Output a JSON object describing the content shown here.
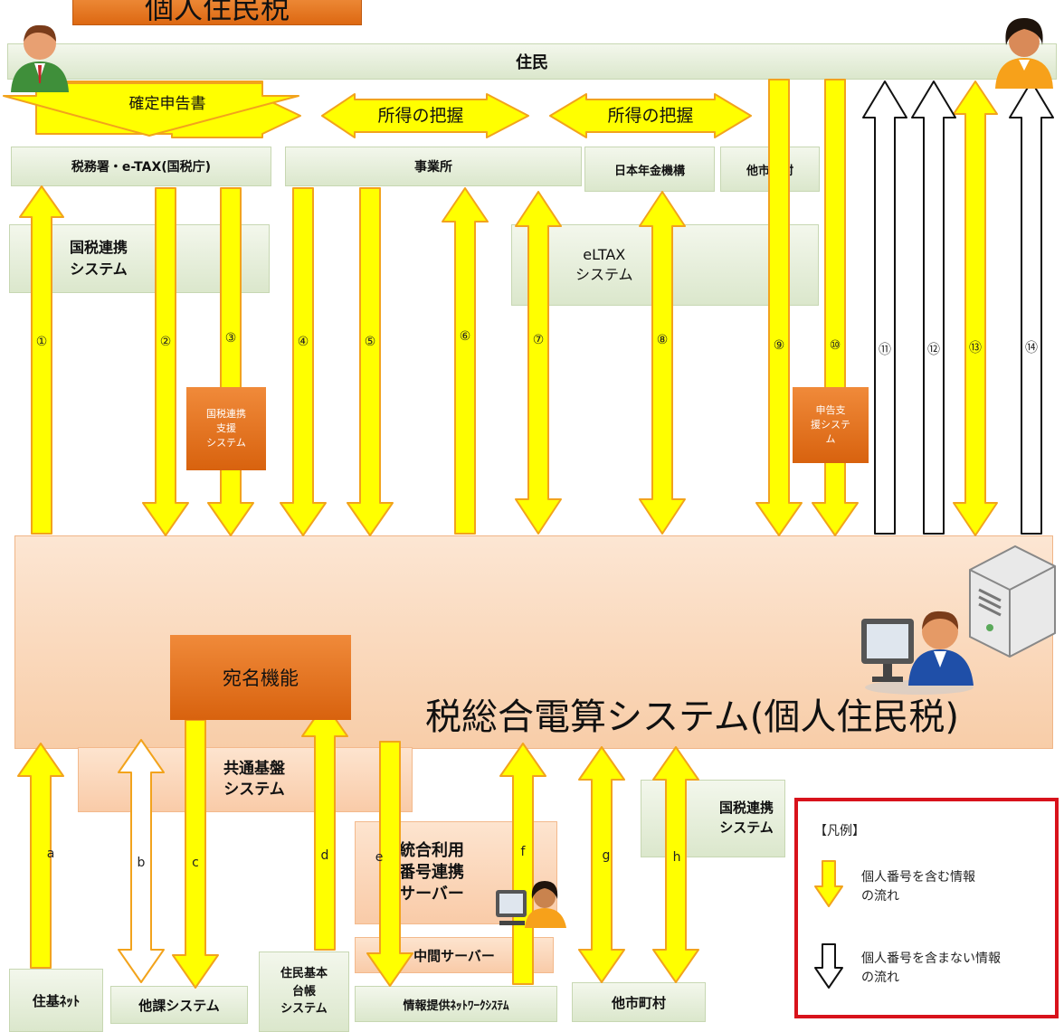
{
  "title_tab": "個人住民税",
  "residents": "住民",
  "top_arrows": {
    "kakutei": "確定申告書",
    "shotoku1": "所得の把握",
    "shotoku2": "所得の把握"
  },
  "top_boxes": {
    "zeimusho": "税務署・e-TAX(国税庁)",
    "jigyosho": "事業所",
    "nenkin": "日本年金機構",
    "tashichoson": "他市町村"
  },
  "middle_boxes": {
    "kokuzei_renkei": "国税連携\nシステム",
    "eltax": "eLTAX\nシステム",
    "kokuzei_shien": "国税連携\n支援\nシステム",
    "shinkoku_shien": "申告支\n援システ\nム"
  },
  "upper_flow_labels": [
    "①",
    "②",
    "③",
    "④",
    "⑤",
    "⑥",
    "⑦",
    "⑧",
    "⑨",
    "⑩",
    "⑪",
    "⑫",
    "⑬",
    "⑭"
  ],
  "main_system": {
    "title": "税総合電算システム(個人住民税)",
    "atena": "宛名機能"
  },
  "lower_boxes": {
    "kyotsu": "共通基盤\nシステム",
    "togo": "統合利用\n番号連携\nサーバー",
    "chukan": "中間サーバー",
    "kokuzei_renkei2": "国税連携\nシステム"
  },
  "lower_flow_labels": [
    "a",
    "b",
    "c",
    "d",
    "e",
    "f",
    "g",
    "h"
  ],
  "bottom_boxes": {
    "juki_net": "住基ﾈｯﾄ",
    "taka": "他課システム",
    "jumin_kihon": "住民基本\n台帳\nシステム",
    "joho_teikyo": "情報提供ﾈｯﾄﾜｰｸｼｽﾃﾑ",
    "tashichoson2": "他市町村"
  },
  "legend": {
    "title": "【凡例】",
    "with_number": "個人番号を含む情報\nの流れ",
    "without_number": "個人番号を含まない情報\nの流れ"
  },
  "colors": {
    "arrow_yellow": "#ffff00",
    "arrow_edge": "#f2a31c",
    "orange_box": "#e0701c",
    "green_box": "#e2ecd6",
    "peach_box": "#fcd7b8",
    "legend_border": "#d8121b"
  },
  "icons": [
    "person-icon",
    "computer-user-icon",
    "server-icon"
  ]
}
